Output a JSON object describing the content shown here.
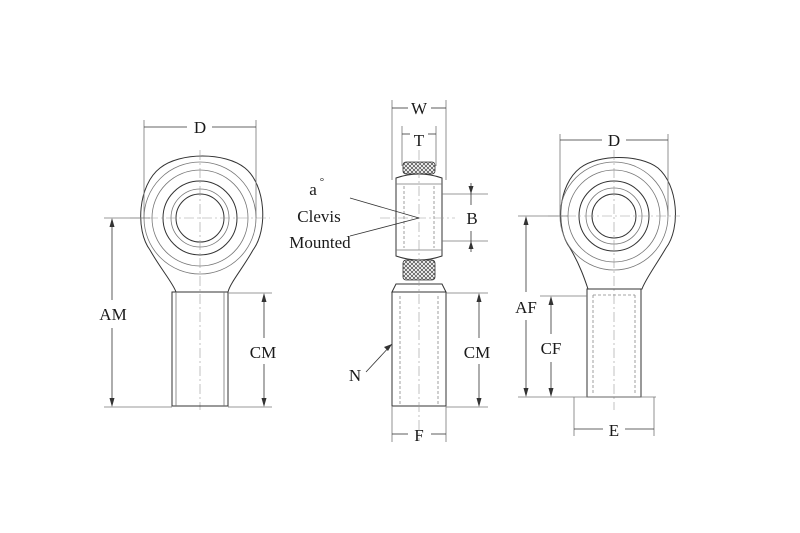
{
  "labels": {
    "left_d": "D",
    "left_am": "AM",
    "left_cm": "CM",
    "mid_w": "W",
    "mid_t": "T",
    "mid_angle": "a",
    "mid_degree": "°",
    "mid_clevis": "Clevis",
    "mid_mounted": "Mounted",
    "mid_b": "B",
    "mid_cm": "CM",
    "mid_n": "N",
    "mid_f": "F",
    "right_d": "D",
    "right_af": "AF",
    "right_cf": "CF",
    "right_e": "E"
  }
}
